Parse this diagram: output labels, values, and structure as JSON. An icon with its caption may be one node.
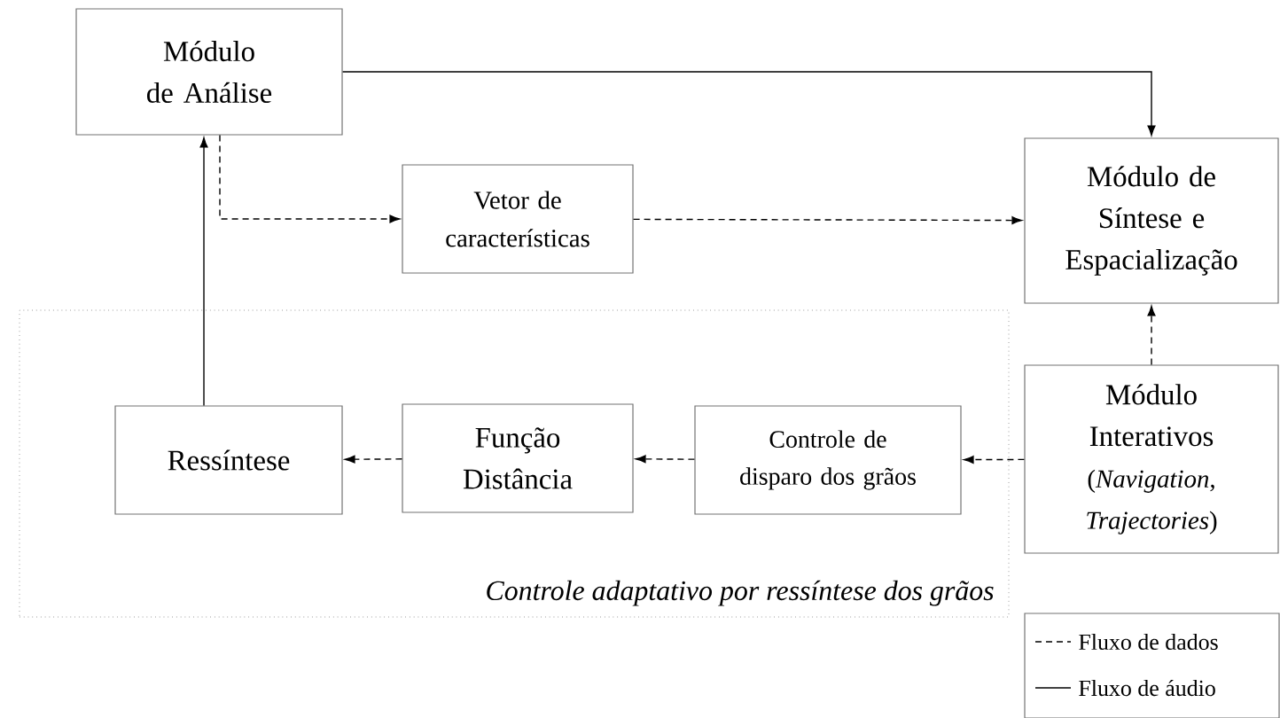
{
  "diagram": {
    "nodes": [
      {
        "text": [
          "Módulo de Análise"
        ]
      },
      {
        "text": [
          "Vetor de características"
        ]
      },
      {
        "text": [
          "Módulo de Síntese e Espacialização"
        ]
      },
      {
        "text": [
          "*Controle adaptativo por ressíntese dos grãos*"
        ]
      },
      {
        "text": [
          "Ressíntese"
        ],
        "in": 3
      },
      {
        "text": [
          "Função Distância"
        ],
        "in": 3
      },
      {
        "text": [
          "Controle de disparo dos grãos"
        ],
        "in": 3
      },
      {
        "text": [
          "Módulo Interativos",
          "(*Navigation*, *Trajectories*)"
        ]
      }
    ],
    "edges": [
      {
        "from": 0,
        "to": 2,
        "arrow": "to"
      },
      {
        "from": 0,
        "to": 1,
        "arrow": "to",
        "style": "dashed"
      },
      {
        "from": 1,
        "to": 2,
        "arrow": "to",
        "style": "dashed"
      },
      {
        "from": 4,
        "to": 0,
        "arrow": "to"
      },
      {
        "from": 7,
        "to": 2,
        "arrow": "to",
        "style": "dashed"
      },
      {
        "from": 7,
        "to": 6,
        "arrow": "to",
        "style": "dashed"
      },
      {
        "from": 6,
        "to": 5,
        "arrow": "to",
        "style": "dashed"
      },
      {
        "from": 5,
        "to": 4,
        "arrow": "to",
        "style": "dashed"
      }
    ],
    "legend": [
      {
        "text": "Fluxo de dados"
      },
      {
        "text": "Fluxo de áudio"
      }
    ]
  }
}
